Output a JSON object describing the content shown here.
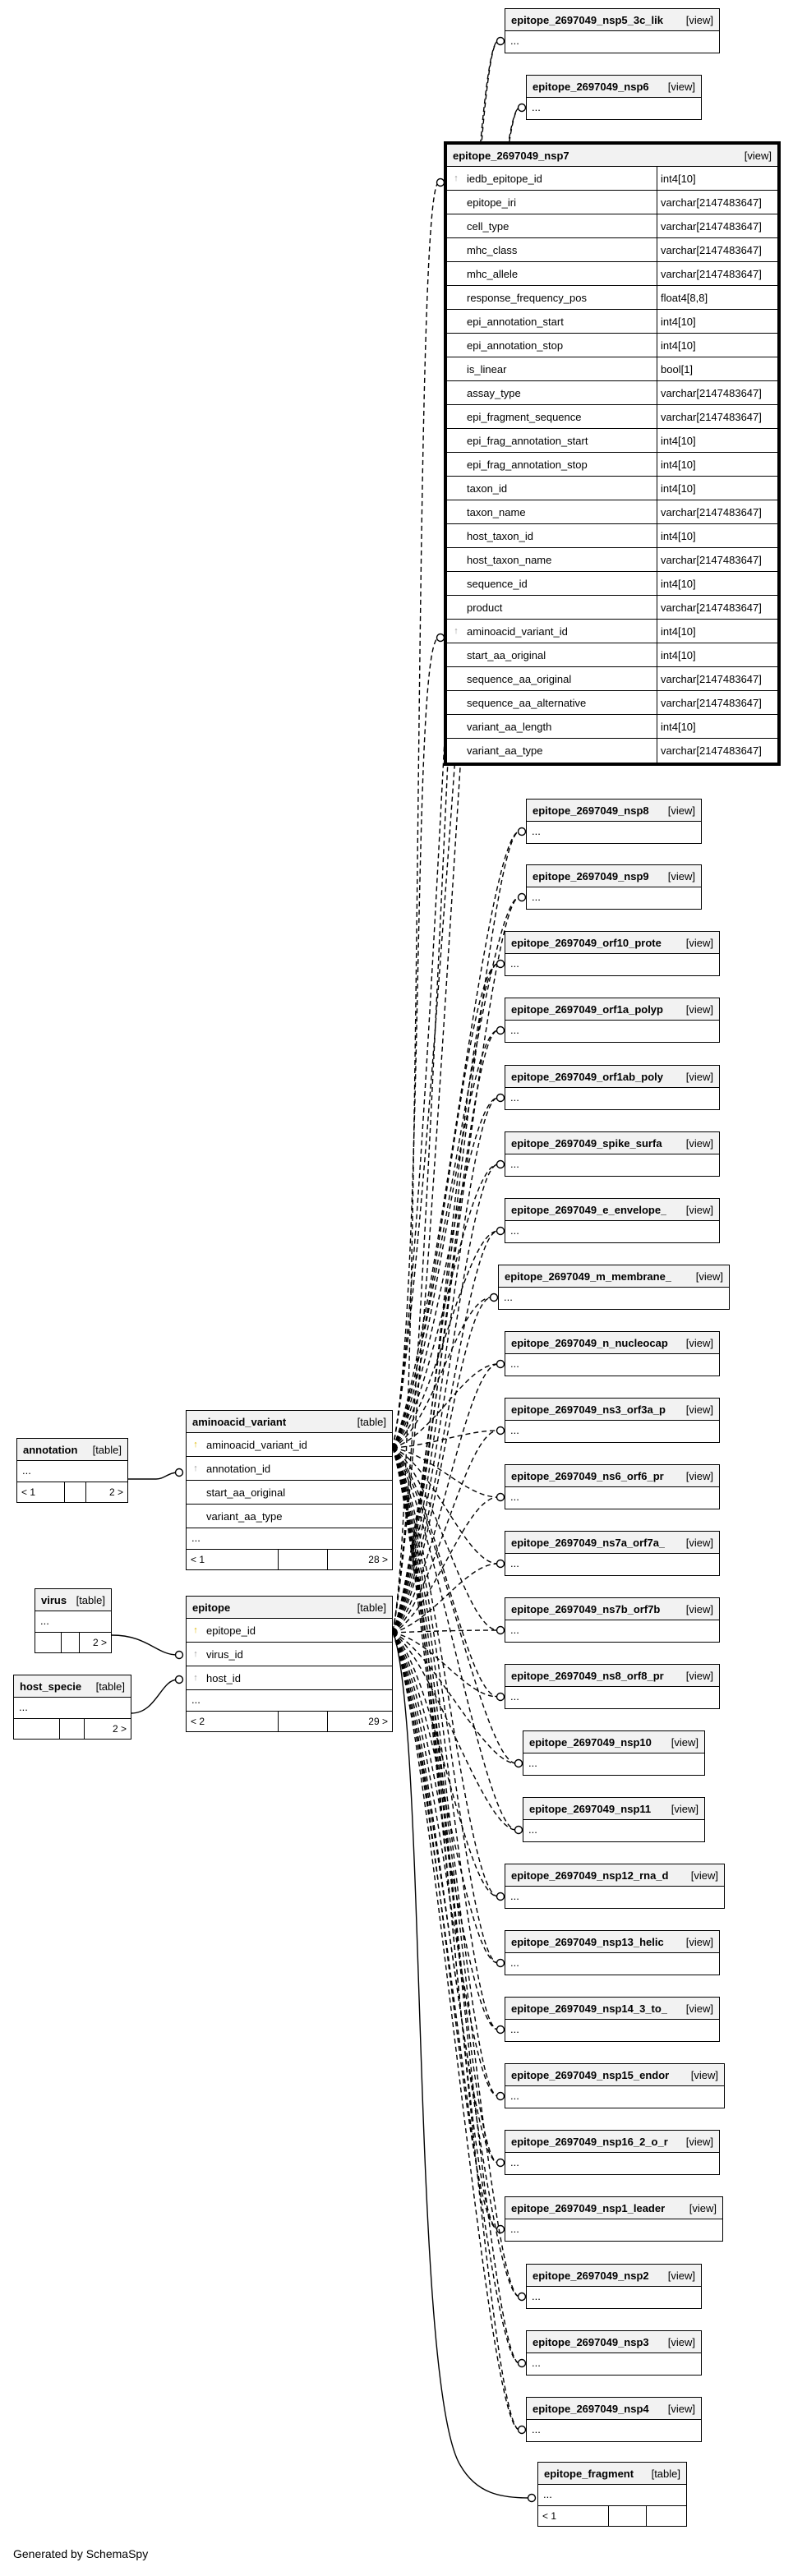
{
  "footer": "Generated by SchemaSpy",
  "view_label": "[view]",
  "table_label": "[table]",
  "ellipsis": "...",
  "focus_view": {
    "name": "epitope_2697049_nsp7",
    "kind": "[view]",
    "columns": [
      {
        "name": "iedb_epitope_id",
        "type": "int4[10]",
        "key": "fk"
      },
      {
        "name": "epitope_iri",
        "type": "varchar[2147483647]"
      },
      {
        "name": "cell_type",
        "type": "varchar[2147483647]"
      },
      {
        "name": "mhc_class",
        "type": "varchar[2147483647]"
      },
      {
        "name": "mhc_allele",
        "type": "varchar[2147483647]"
      },
      {
        "name": "response_frequency_pos",
        "type": "float4[8,8]"
      },
      {
        "name": "epi_annotation_start",
        "type": "int4[10]"
      },
      {
        "name": "epi_annotation_stop",
        "type": "int4[10]"
      },
      {
        "name": "is_linear",
        "type": "bool[1]"
      },
      {
        "name": "assay_type",
        "type": "varchar[2147483647]"
      },
      {
        "name": "epi_fragment_sequence",
        "type": "varchar[2147483647]"
      },
      {
        "name": "epi_frag_annotation_start",
        "type": "int4[10]"
      },
      {
        "name": "epi_frag_annotation_stop",
        "type": "int4[10]"
      },
      {
        "name": "taxon_id",
        "type": "int4[10]"
      },
      {
        "name": "taxon_name",
        "type": "varchar[2147483647]"
      },
      {
        "name": "host_taxon_id",
        "type": "int4[10]"
      },
      {
        "name": "host_taxon_name",
        "type": "varchar[2147483647]"
      },
      {
        "name": "sequence_id",
        "type": "int4[10]"
      },
      {
        "name": "product",
        "type": "varchar[2147483647]"
      },
      {
        "name": "aminoacid_variant_id",
        "type": "int4[10]",
        "key": "fk"
      },
      {
        "name": "start_aa_original",
        "type": "int4[10]"
      },
      {
        "name": "sequence_aa_original",
        "type": "varchar[2147483647]"
      },
      {
        "name": "sequence_aa_alternative",
        "type": "varchar[2147483647]"
      },
      {
        "name": "variant_aa_length",
        "type": "int4[10]"
      },
      {
        "name": "variant_aa_type",
        "type": "varchar[2147483647]"
      }
    ]
  },
  "views": [
    "epitope_2697049_nsp5_3c_lik",
    "epitope_2697049_nsp6",
    "epitope_2697049_nsp8",
    "epitope_2697049_nsp9",
    "epitope_2697049_orf10_prote",
    "epitope_2697049_orf1a_polyp",
    "epitope_2697049_orf1ab_poly",
    "epitope_2697049_spike_surfa",
    "epitope_2697049_e_envelope_",
    "epitope_2697049_m_membrane_",
    "epitope_2697049_n_nucleocap",
    "epitope_2697049_ns3_orf3a_p",
    "epitope_2697049_ns6_orf6_pr",
    "epitope_2697049_ns7a_orf7a_",
    "epitope_2697049_ns7b_orf7b",
    "epitope_2697049_ns8_orf8_pr",
    "epitope_2697049_nsp10",
    "epitope_2697049_nsp11",
    "epitope_2697049_nsp12_rna_d",
    "epitope_2697049_nsp13_helic",
    "epitope_2697049_nsp14_3_to_",
    "epitope_2697049_nsp15_endor",
    "epitope_2697049_nsp16_2_o_r",
    "epitope_2697049_nsp1_leader",
    "epitope_2697049_nsp2",
    "epitope_2697049_nsp3",
    "epitope_2697049_nsp4"
  ],
  "tables": {
    "annotation": {
      "name": "annotation",
      "kind": "[table]",
      "foot": [
        "< 1",
        "",
        "2 >"
      ]
    },
    "virus": {
      "name": "virus",
      "kind": "[table]",
      "foot": [
        "",
        "",
        "2 >"
      ]
    },
    "host_specie": {
      "name": "host_specie",
      "kind": "[table]",
      "foot": [
        "",
        "",
        "2 >"
      ]
    },
    "aminoacid_variant": {
      "name": "aminoacid_variant",
      "kind": "[table]",
      "columns": [
        {
          "name": "aminoacid_variant_id",
          "key": "pk"
        },
        {
          "name": "annotation_id",
          "key": "fk"
        },
        {
          "name": "start_aa_original"
        },
        {
          "name": "variant_aa_type"
        }
      ],
      "foot": [
        "< 1",
        "",
        "28 >"
      ]
    },
    "epitope": {
      "name": "epitope",
      "kind": "[table]",
      "columns": [
        {
          "name": "epitope_id",
          "key": "pk"
        },
        {
          "name": "virus_id",
          "key": "fk"
        },
        {
          "name": "host_id",
          "key": "fk"
        }
      ],
      "foot": [
        "< 2",
        "",
        "29 >"
      ]
    },
    "epitope_fragment": {
      "name": "epitope_fragment",
      "kind": "[table]",
      "foot": [
        "< 1",
        "",
        ""
      ]
    }
  }
}
